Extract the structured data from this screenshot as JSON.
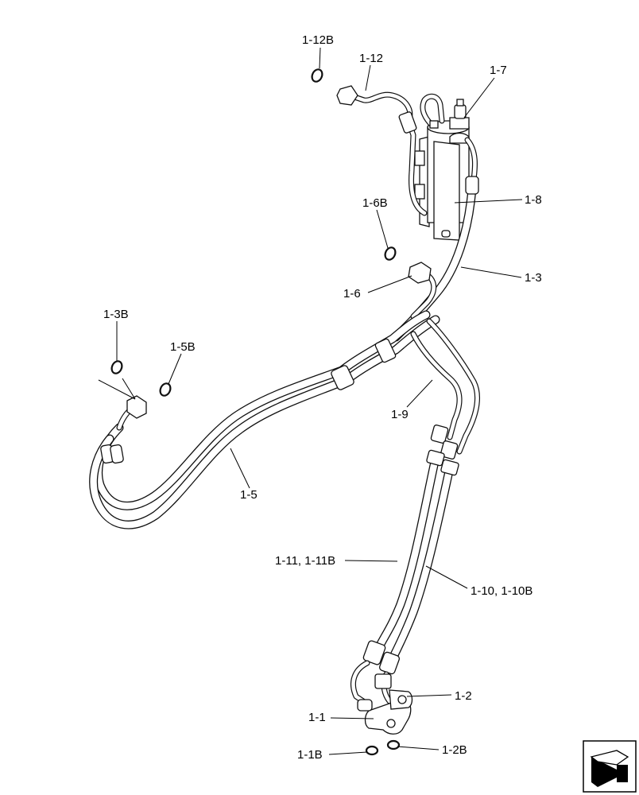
{
  "callouts": {
    "p1_12B": "1-12B",
    "p1_12": "1-12",
    "p1_7": "1-7",
    "p1_8": "1-8",
    "p1_6B": "1-6B",
    "p1_3": "1-3",
    "p1_6": "1-6",
    "p1_3B": "1-3B",
    "p1_5B": "1-5B",
    "p1_9": "1-9",
    "p1_5": "1-5",
    "p1_11": "1-11, 1-11B",
    "p1_10": "1-10, 1-10B",
    "p1_2": "1-2",
    "p1_1": "1-1",
    "p1_1B": "1-1B",
    "p1_2B": "1-2B"
  },
  "icons": {
    "navigation": "next-page-arrow-icon"
  }
}
